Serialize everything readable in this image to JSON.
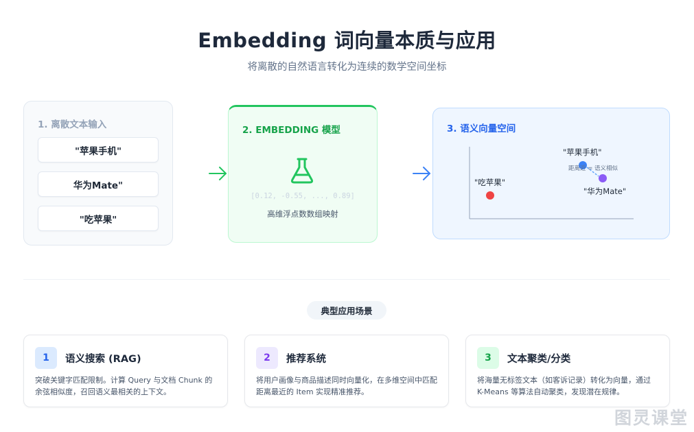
{
  "header": {
    "title": "Embedding 词向量本质与应用",
    "subtitle": "将离散的自然语言转化为连续的数学空间坐标"
  },
  "input_card": {
    "title": "1. 离散文本输入",
    "words": [
      "\"苹果手机\"",
      "华为Mate\"",
      "\"吃苹果\""
    ]
  },
  "model_card": {
    "title": "2. EMBEDDING 模型",
    "icon": "flask-icon",
    "vector": "[0.12, -0.55, ..., 0.89]",
    "caption": "高维浮点数数组映射"
  },
  "space_card": {
    "title": "3. 语义向量空间",
    "points": [
      {
        "label": "\"苹果手机\"",
        "color": "#3b82f6"
      },
      {
        "label": "\"华为Mate\"",
        "color": "#8b5cf6"
      },
      {
        "label": "\"吃苹果\"",
        "color": "#ef4444"
      }
    ],
    "distance_note": "距离近 = 语义相似"
  },
  "section": {
    "title": "典型应用场景"
  },
  "apps": [
    {
      "num": "1",
      "title": "语义搜索 (RAG)",
      "desc": "突破关键字匹配限制。计算 Query 与文档 Chunk 的余弦相似度，召回语义最相关的上下文。",
      "bg": "#dbeafe",
      "fg": "#2563eb"
    },
    {
      "num": "2",
      "title": "推荐系统",
      "desc": "将用户画像与商品描述同时向量化，在多维空间中匹配距离最近的 Item 实现精准推荐。",
      "bg": "#ede9fe",
      "fg": "#7c3aed"
    },
    {
      "num": "3",
      "title": "文本聚类/分类",
      "desc": "将海量无标签文本（如客诉记录）转化为向量，通过 K-Means 等算法自动聚类，发现潜在规律。",
      "bg": "#dcfce7",
      "fg": "#16a34a"
    }
  ],
  "colors": {
    "green": "#22c55e",
    "blue": "#3b82f6"
  },
  "watermark": "图灵课堂"
}
